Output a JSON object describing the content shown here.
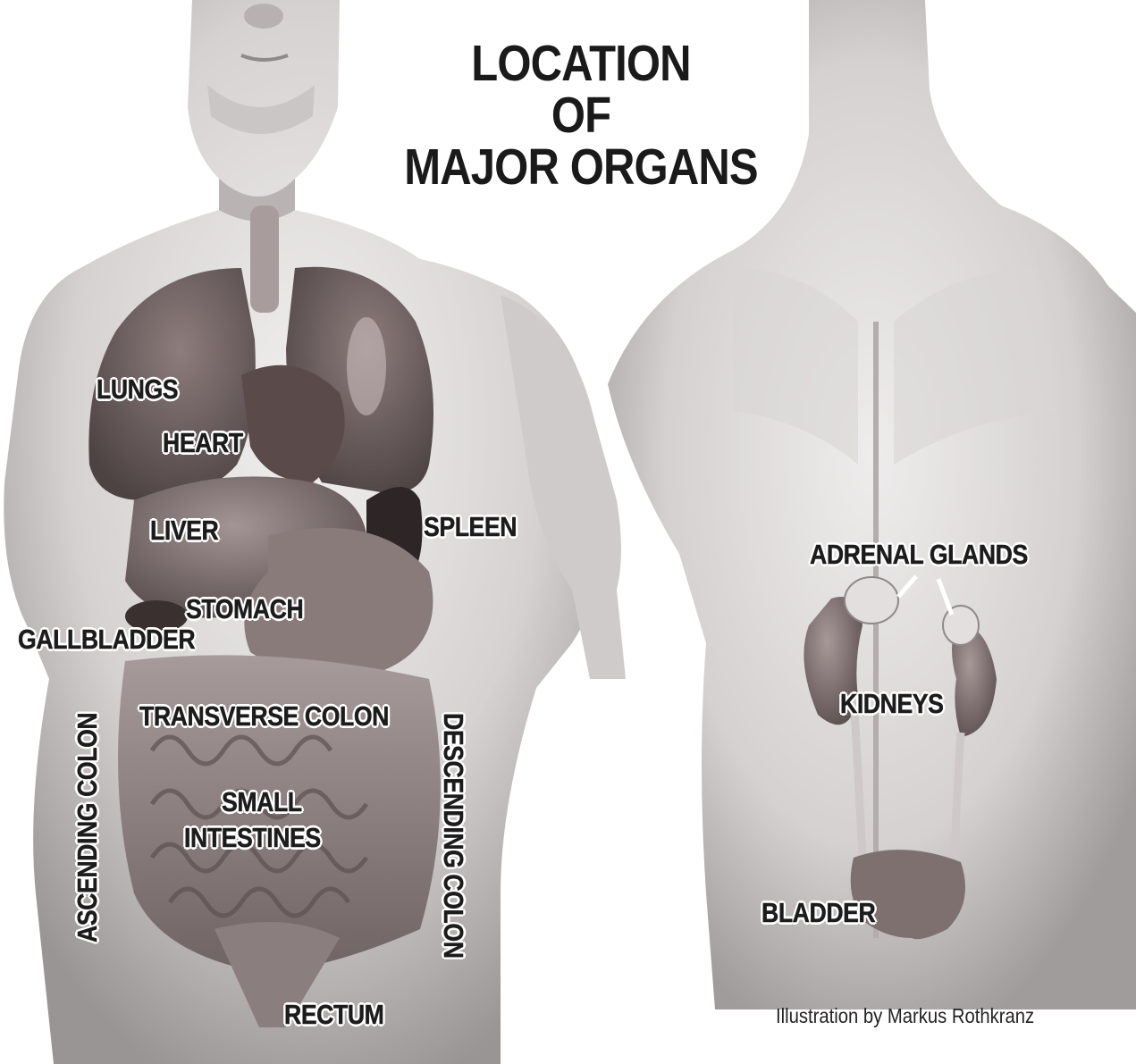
{
  "title_lines": [
    "LOCATION",
    "OF",
    "MAJOR ORGANS"
  ],
  "front_labels": {
    "lungs": "LUNGS",
    "heart": "HEART",
    "liver": "LIVER",
    "spleen": "SPLEEN",
    "stomach": "STOMACH",
    "gallbladder": "GALLBLADDER",
    "transverse_colon": "TRANSVERSE COLON",
    "small_intestines_line1": "SMALL",
    "small_intestines_line2": "INTESTINES",
    "ascending_colon": "ASCENDING COLON",
    "descending_colon": "DESCENDING COLON",
    "rectum": "RECTUM"
  },
  "back_labels": {
    "adrenal_glands": "ADRENAL GLANDS",
    "kidneys": "KIDNEYS",
    "bladder": "BLADDER"
  },
  "credit": "Illustration by Markus Rothkranz",
  "colors": {
    "skin_light": "#e9e7e7",
    "skin_mid": "#c8c4c4",
    "skin_dark": "#8f8a8a",
    "organ": "#6e5f5f",
    "organ_dark": "#3f3535",
    "highlight": "#ffff33"
  }
}
